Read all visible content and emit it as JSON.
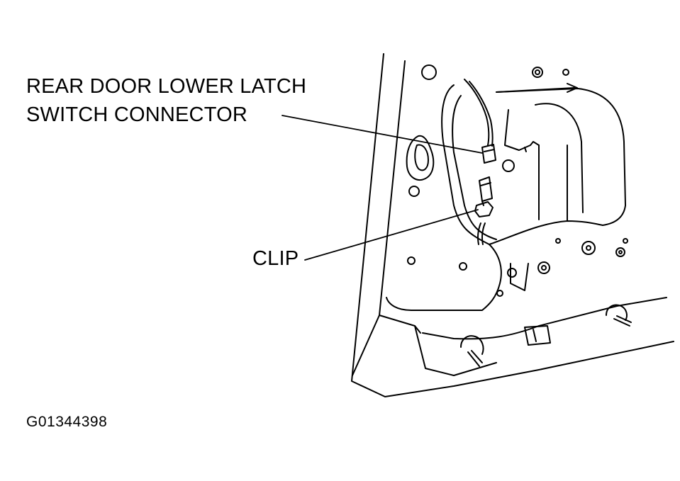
{
  "callouts": {
    "connector_line1": "REAR DOOR LOWER LATCH",
    "connector_line2": "SWITCH CONNECTOR",
    "clip": "CLIP"
  },
  "figure_id": "G01344398",
  "colors": {
    "ink": "#000000",
    "paper": "#ffffff"
  }
}
